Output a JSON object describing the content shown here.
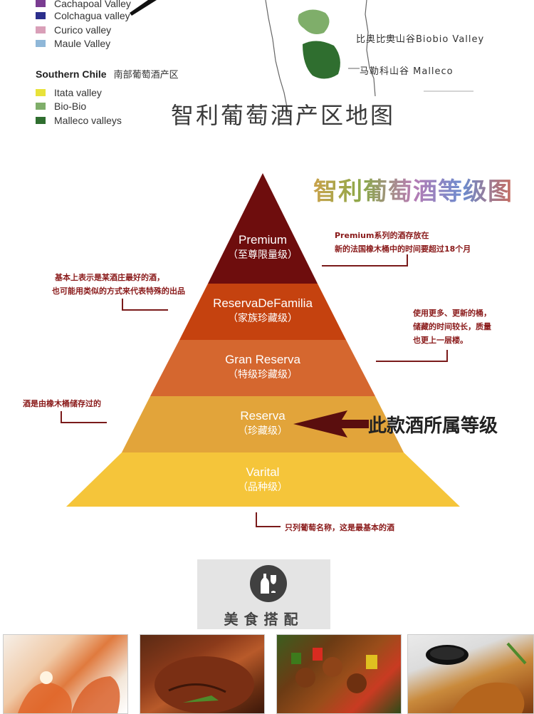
{
  "map": {
    "legend_central_items": [
      {
        "label": "Cachapoal Valley",
        "color": "#7a3c91"
      },
      {
        "label": "Colchagua valley",
        "color": "#2c2f8c"
      },
      {
        "label": "Curico valley",
        "color": "#d99fb8"
      },
      {
        "label": "Maule Valley",
        "color": "#8fb7d8"
      }
    ],
    "southern_heading": "Southern Chile",
    "southern_heading_cn": "南部葡萄酒产区",
    "legend_southern_items": [
      {
        "label": "Itata valley",
        "color": "#e8e23a"
      },
      {
        "label": "Bio-Bio",
        "color": "#7fae6a"
      },
      {
        "label": "Malleco valleys",
        "color": "#2f6e2f"
      }
    ],
    "region_labels": [
      "比奥比奥山谷Biobio Valley",
      "马勒科山谷 Malleco"
    ],
    "title": "智利葡萄酒产区地图"
  },
  "pyramid": {
    "title": "智利葡萄酒等级图",
    "tiers": [
      {
        "name": "Premium",
        "sub": "（至尊限量级）",
        "color": "#6e0d0d"
      },
      {
        "name": "ReservaDeFamilia",
        "sub": "（家族珍藏级）",
        "color": "#c5420f"
      },
      {
        "name": "Gran Reserva",
        "sub": "（特级珍藏级）",
        "color": "#d5672f"
      },
      {
        "name": "Reserva",
        "sub": "（珍藏级）",
        "color": "#e2a43a"
      },
      {
        "name": "Varital",
        "sub": "（品种级）",
        "color": "#f5c53a"
      }
    ],
    "notes": {
      "premium_line1": "Premium系列的酒存放在",
      "premium_line2": "新的法国橡木桶中的时间要超过18个月",
      "familia_line1": "基本上表示是某酒庄最好的酒，",
      "familia_line2": "也可能用类似的方式来代表特殊的出品",
      "gran_line1": "使用更多、更新的桶，",
      "gran_line2": "储藏的时间较长，质量",
      "gran_line3": "也更上一层楼。",
      "reserva": "酒是由橡木桶储存过的",
      "varital": "只列葡萄名称，这是最基本的酒"
    },
    "current_label": "此款酒所属等级"
  },
  "food": {
    "title": "美食搭配",
    "icon": "wine-bottle-glass-icon",
    "photos": [
      "shrimp-dish-photo",
      "grilled-steak-photo",
      "meat-skewers-photo",
      "roast-duck-photo"
    ]
  }
}
